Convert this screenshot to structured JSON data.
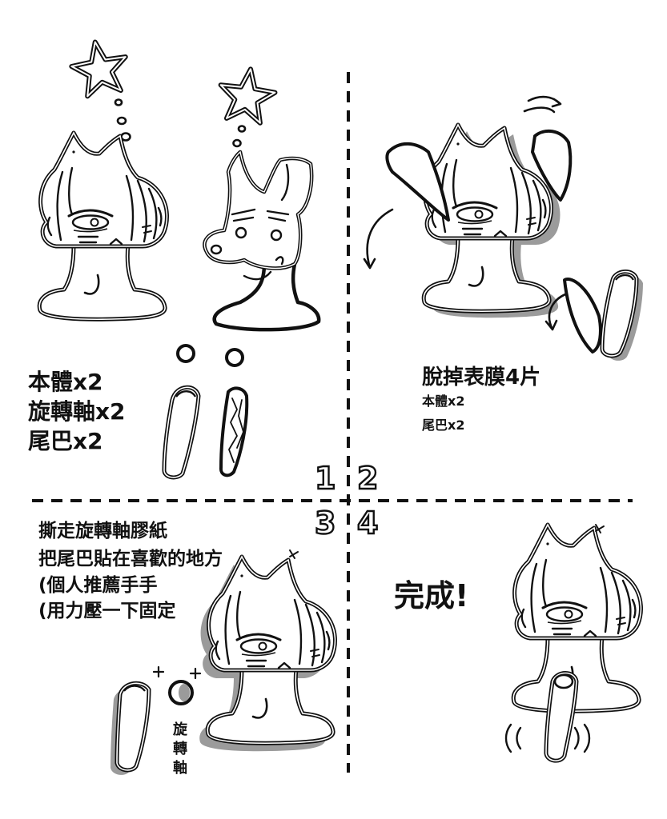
{
  "colors": {
    "ink": "#111111",
    "shadow": "#9b9b9b",
    "paper": "#ffffff"
  },
  "panels": [
    {
      "step": "1",
      "lines": [
        "本體x2",
        "旋轉軸x2",
        "尾巴x2"
      ]
    },
    {
      "step": "2",
      "title": "脫掉表膜4片",
      "lines": [
        "本體x2",
        "尾巴x2"
      ]
    },
    {
      "step": "3",
      "lines": [
        "撕走旋轉軸膠紙",
        "把尾巴貼在喜歡的地方",
        "(個人推薦手手",
        "(用力壓一下固定"
      ],
      "axis_label": "旋轉軸"
    },
    {
      "step": "4",
      "title": "完成!"
    }
  ]
}
